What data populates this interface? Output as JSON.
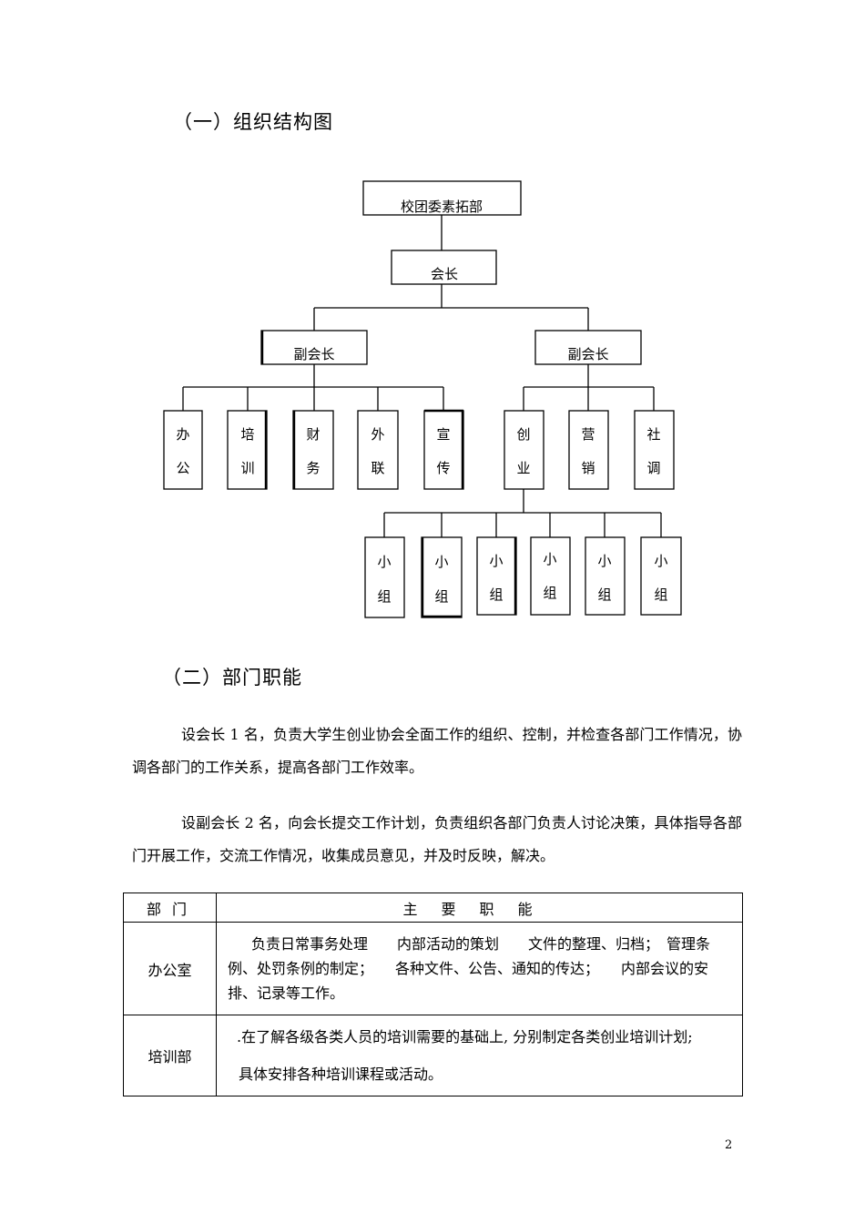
{
  "section1": {
    "title": "（一）组织结构图"
  },
  "org": {
    "top": "校团委素拓部",
    "president": "会长",
    "vp_left": "副会长",
    "vp_right": "副会长",
    "depts_left": [
      {
        "c1": "办",
        "c2": "公"
      },
      {
        "c1": "培",
        "c2": "训"
      },
      {
        "c1": "财",
        "c2": "务"
      },
      {
        "c1": "外",
        "c2": "联"
      },
      {
        "c1": "宣",
        "c2": "传"
      }
    ],
    "depts_right": [
      {
        "c1": "创",
        "c2": "业"
      },
      {
        "c1": "营",
        "c2": "销"
      },
      {
        "c1": "社",
        "c2": "调"
      }
    ],
    "groups": [
      {
        "c1": "小",
        "c2": "组"
      },
      {
        "c1": "小",
        "c2": "组"
      },
      {
        "c1": "小",
        "c2": "组"
      },
      {
        "c1": "小",
        "c2": "组"
      },
      {
        "c1": "小",
        "c2": "组"
      },
      {
        "c1": "小",
        "c2": "组"
      }
    ]
  },
  "section2": {
    "title": "（二）部门职能",
    "para1": "设会长 1 名，负责大学生创业协会全面工作的组织、控制，并检查各部门工作情况，协调各部门的工作关系，提高各部门工作效率。",
    "para2": "设副会长 2 名，向会长提交工作计划，负责组织各部门负责人讨论决策，具体指导各部门开展工作，交流工作情况，收集成员意见，并及时反映，解决。"
  },
  "table": {
    "header_dept": "部门",
    "header_func": "主要职能",
    "rows": [
      {
        "dept": "办公室",
        "text": "负责日常事务处理　　内部活动的策划　　文件的整理、归档；　管理条例、处罚条例的制定；　　各种文件、公告、通知的传达；　　内部会议的安排、记录等工作。"
      },
      {
        "dept": "培训部",
        "line1": ".在了解各级各类人员的培训需要的基础上, 分别制定各类创业培训计划;",
        "line2": "具体安排各种培训课程或活动。"
      }
    ]
  },
  "page_number": "2"
}
